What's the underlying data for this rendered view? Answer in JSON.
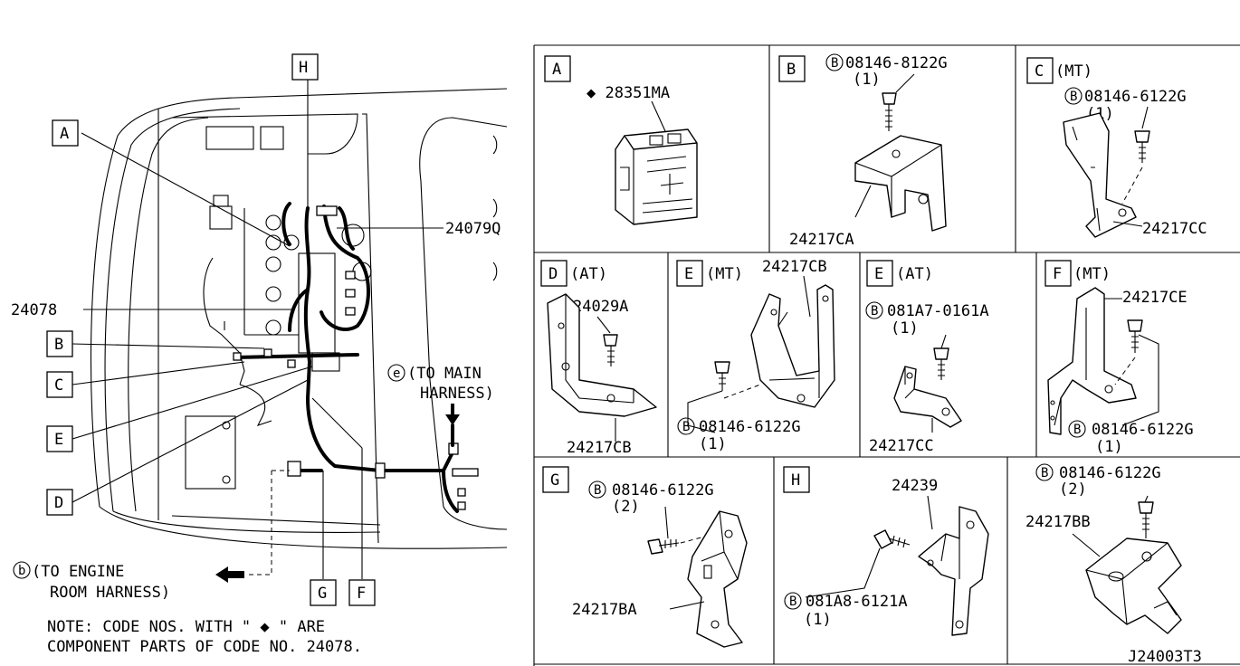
{
  "main_view": {
    "callouts": {
      "A": "A",
      "B": "B",
      "C": "C",
      "D": "D",
      "E": "E",
      "F": "F",
      "G": "G",
      "H": "H"
    },
    "part_24079q": "24079Q",
    "part_24078": "24078",
    "to_main_symbol": "e",
    "to_main_line1": "(TO MAIN",
    "to_main_line2": "HARNESS)",
    "to_engine_symbol": "b",
    "to_engine_line1": "(TO ENGINE",
    "to_engine_line2": "ROOM HARNESS)",
    "note_line1": "NOTE: CODE NOS. WITH \" ◆ \" ARE",
    "note_line2": "COMPONENT PARTS OF CODE NO. 24078."
  },
  "panels": {
    "a": {
      "letter": "A",
      "part": "◆ 28351MA"
    },
    "b": {
      "letter": "B",
      "bolt_symbol": "B",
      "bolt": "08146-8122G",
      "qty": "(1)",
      "part": "24217CA"
    },
    "c": {
      "letter": "C",
      "variant": "(MT)",
      "bolt_symbol": "B",
      "bolt": "08146-6122G",
      "qty": "(1)",
      "part": "24217CC"
    },
    "d": {
      "letter": "D",
      "variant": "(AT)",
      "part1": "24029A",
      "part2": "24217CB"
    },
    "e_mt": {
      "letter": "E",
      "variant": "(MT)",
      "part": "24217CB",
      "bolt_symbol": "B",
      "bolt": "08146-6122G",
      "qty": "(1)"
    },
    "e_at": {
      "letter": "E",
      "variant": "(AT)",
      "bolt_symbol": "B",
      "bolt": "081A7-0161A",
      "qty": "(1)",
      "part": "24217CC"
    },
    "f": {
      "letter": "F",
      "variant": "(MT)",
      "part": "24217CE",
      "bolt_symbol": "B",
      "bolt": "08146-6122G",
      "qty": "(1)"
    },
    "g": {
      "letter": "G",
      "bolt_symbol": "B",
      "bolt": "08146-6122G",
      "qty": "(2)",
      "part": "24217BA"
    },
    "h": {
      "letter": "H",
      "part": "24239",
      "bolt_symbol": "B",
      "bolt": "081A8-6121A",
      "qty": "(1)"
    },
    "bb": {
      "bolt_symbol": "B",
      "bolt": "08146-6122G",
      "qty": "(2)",
      "part": "24217BB"
    }
  },
  "diagram_code": "J24003T3"
}
